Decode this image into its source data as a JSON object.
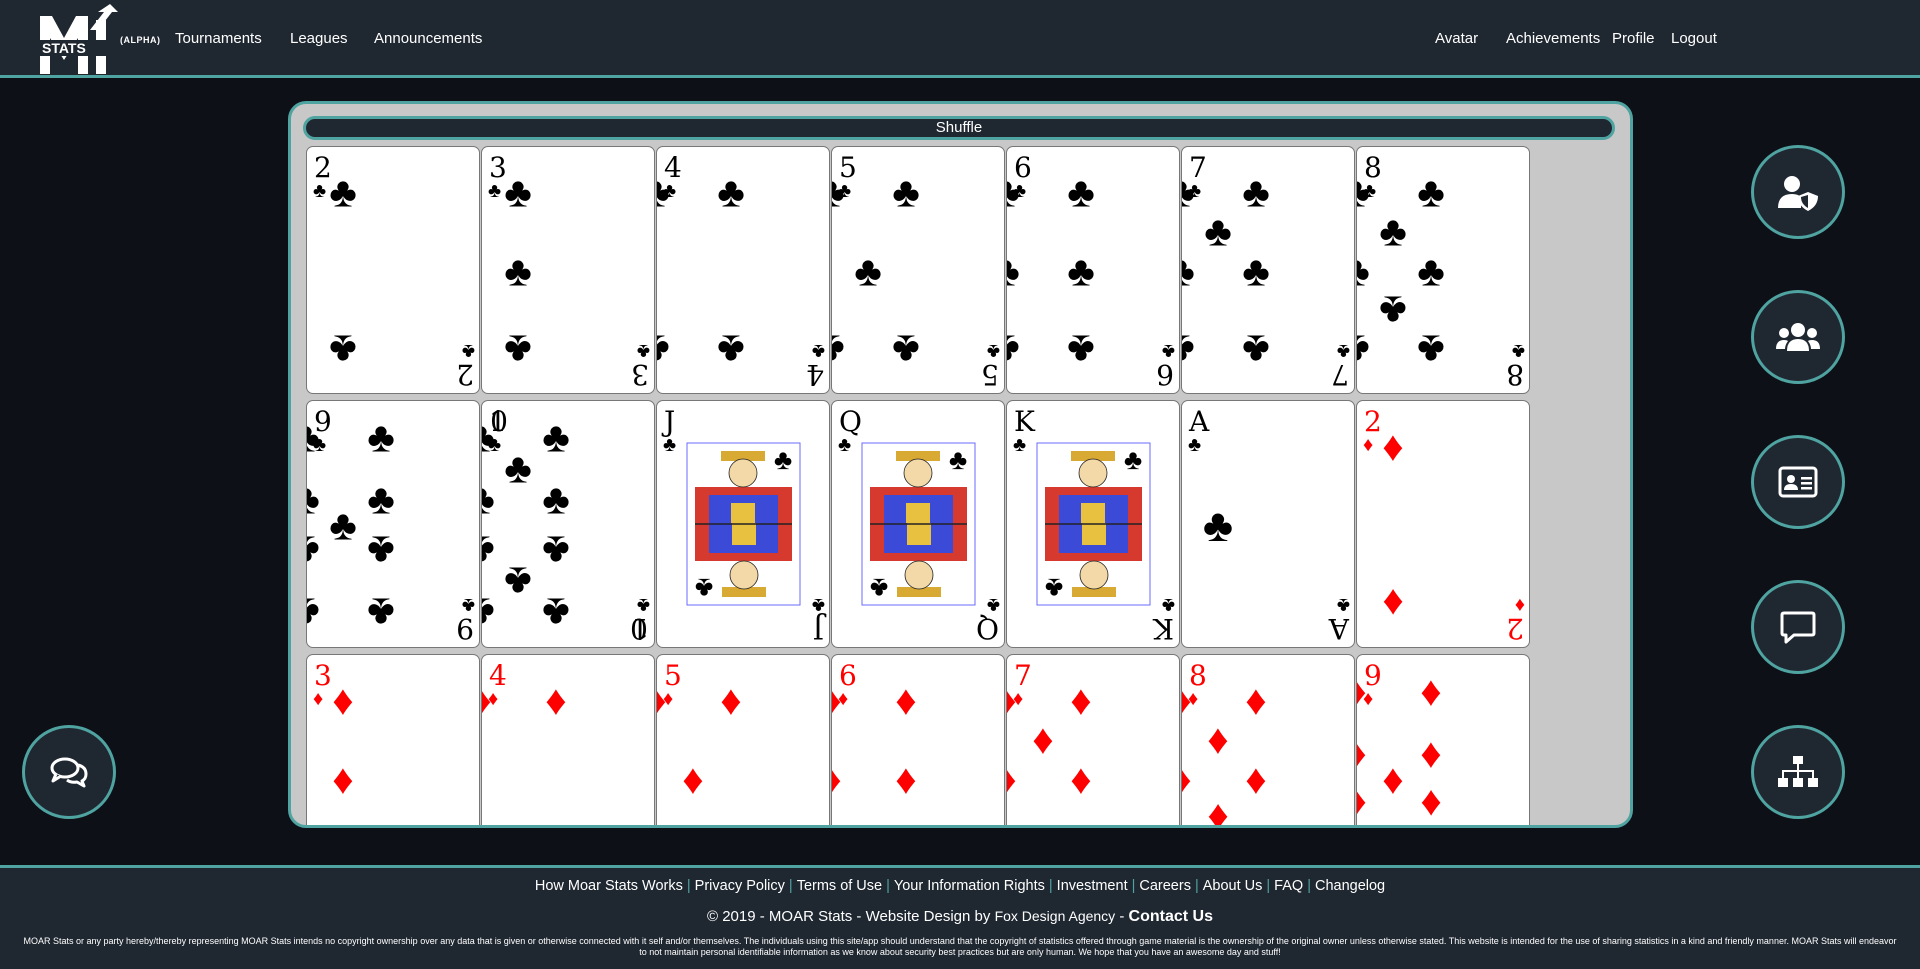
{
  "header": {
    "logo_text": "STATS",
    "logo_badge": "(ALPHA)",
    "nav_left": [
      "Tournaments",
      "Leagues",
      "Announcements"
    ],
    "nav_right": [
      "Avatar",
      "Achievements",
      "Profile",
      "Logout"
    ]
  },
  "main": {
    "shuffle_label": "Shuffle",
    "cards": [
      {
        "rank": "2",
        "suit": "clubs"
      },
      {
        "rank": "3",
        "suit": "clubs"
      },
      {
        "rank": "4",
        "suit": "clubs"
      },
      {
        "rank": "5",
        "suit": "clubs"
      },
      {
        "rank": "6",
        "suit": "clubs"
      },
      {
        "rank": "7",
        "suit": "clubs"
      },
      {
        "rank": "8",
        "suit": "clubs"
      },
      {
        "rank": "9",
        "suit": "clubs"
      },
      {
        "rank": "10",
        "suit": "clubs"
      },
      {
        "rank": "J",
        "suit": "clubs"
      },
      {
        "rank": "Q",
        "suit": "clubs"
      },
      {
        "rank": "K",
        "suit": "clubs"
      },
      {
        "rank": "A",
        "suit": "clubs"
      },
      {
        "rank": "2",
        "suit": "diamonds"
      },
      {
        "rank": "3",
        "suit": "diamonds"
      },
      {
        "rank": "4",
        "suit": "diamonds"
      },
      {
        "rank": "5",
        "suit": "diamonds"
      },
      {
        "rank": "6",
        "suit": "diamonds"
      },
      {
        "rank": "7",
        "suit": "diamonds"
      },
      {
        "rank": "8",
        "suit": "diamonds"
      },
      {
        "rank": "9",
        "suit": "diamonds"
      }
    ],
    "suit_colors": {
      "clubs": "#000000",
      "diamonds": "#ff0000"
    }
  },
  "side_buttons": {
    "right": [
      "user-shield-icon",
      "users-icon",
      "id-card-icon",
      "comment-icon",
      "sitemap-icon"
    ],
    "left": [
      "comments-icon"
    ]
  },
  "footer": {
    "links": [
      "How Moar Stats Works",
      "Privacy Policy",
      "Terms of Use",
      "Your Information Rights",
      "Investment",
      "Careers",
      "About Us",
      "FAQ",
      "Changelog"
    ],
    "copyright": "© 2019 - MOAR Stats - Website Design by",
    "agency": "Fox Design Agency",
    "dash": "-",
    "contact": "Contact Us",
    "disclaimer": "MOAR Stats or any party hereby/thereby representing MOAR Stats intends no copyright ownership over any data that is given or otherwise connected with it self and/or themselves. The individuals using this site/app should understand that the copyright of statistics offered through game material is the ownership of the original owner unless otherwise stated. This website is intended for the use of sharing statistics in a kind and friendly manner. MOAR Stats will endeavor to not maintain personal identifiable information as we know about security best practices but are only human. We hope that you have an awesome day and stuff!"
  },
  "colors": {
    "accent": "#4fa3a0",
    "bar": "#1f2731",
    "page": "#0d1117",
    "panel": "#c8c8c8"
  }
}
